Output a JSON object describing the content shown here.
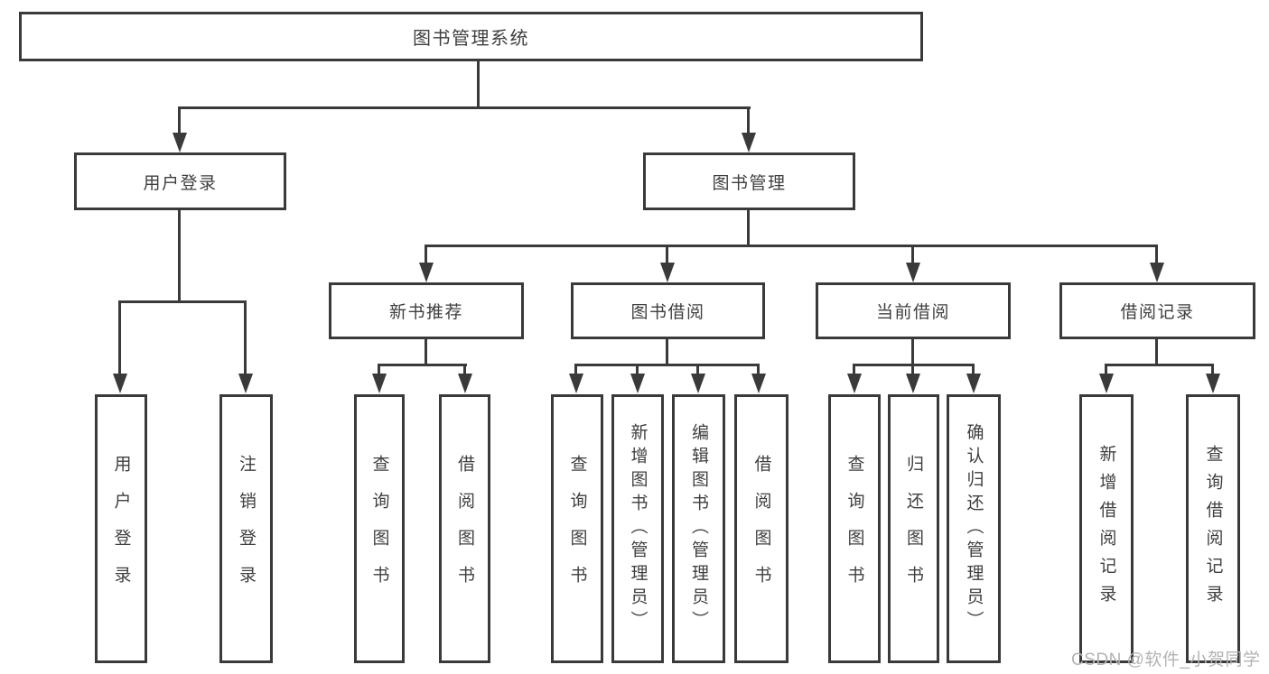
{
  "diagram": {
    "root": {
      "label": "图书管理系统"
    },
    "level2": [
      {
        "label": "用户登录"
      },
      {
        "label": "图书管理"
      }
    ],
    "user_login_children": [
      {
        "label": "用户登录"
      },
      {
        "label": "注销登录"
      }
    ],
    "level3": [
      {
        "label": "新书推荐"
      },
      {
        "label": "图书借阅"
      },
      {
        "label": "当前借阅"
      },
      {
        "label": "借阅记录"
      }
    ],
    "new_book_children": [
      {
        "label": "查询图书"
      },
      {
        "label": "借阅图书"
      }
    ],
    "book_borrow_children": [
      {
        "label": "查询图书"
      },
      {
        "label": "新增图书（管理员）"
      },
      {
        "label": "编辑图书（管理员）"
      },
      {
        "label": "借阅图书"
      }
    ],
    "current_borrow_children": [
      {
        "label": "查询图书"
      },
      {
        "label": "归还图书"
      },
      {
        "label": "确认归还（管理员）"
      }
    ],
    "borrow_record_children": [
      {
        "label": "新增借阅记录"
      },
      {
        "label": "查询借阅记录"
      }
    ]
  },
  "watermark": {
    "text": "CSDN @软件_小贺同学"
  },
  "colors": {
    "line": "#3a3a3a",
    "text": "#3f3f3f",
    "box_background": "#ffffff",
    "background": "#ffffff",
    "watermark": "#b3b3b3"
  }
}
